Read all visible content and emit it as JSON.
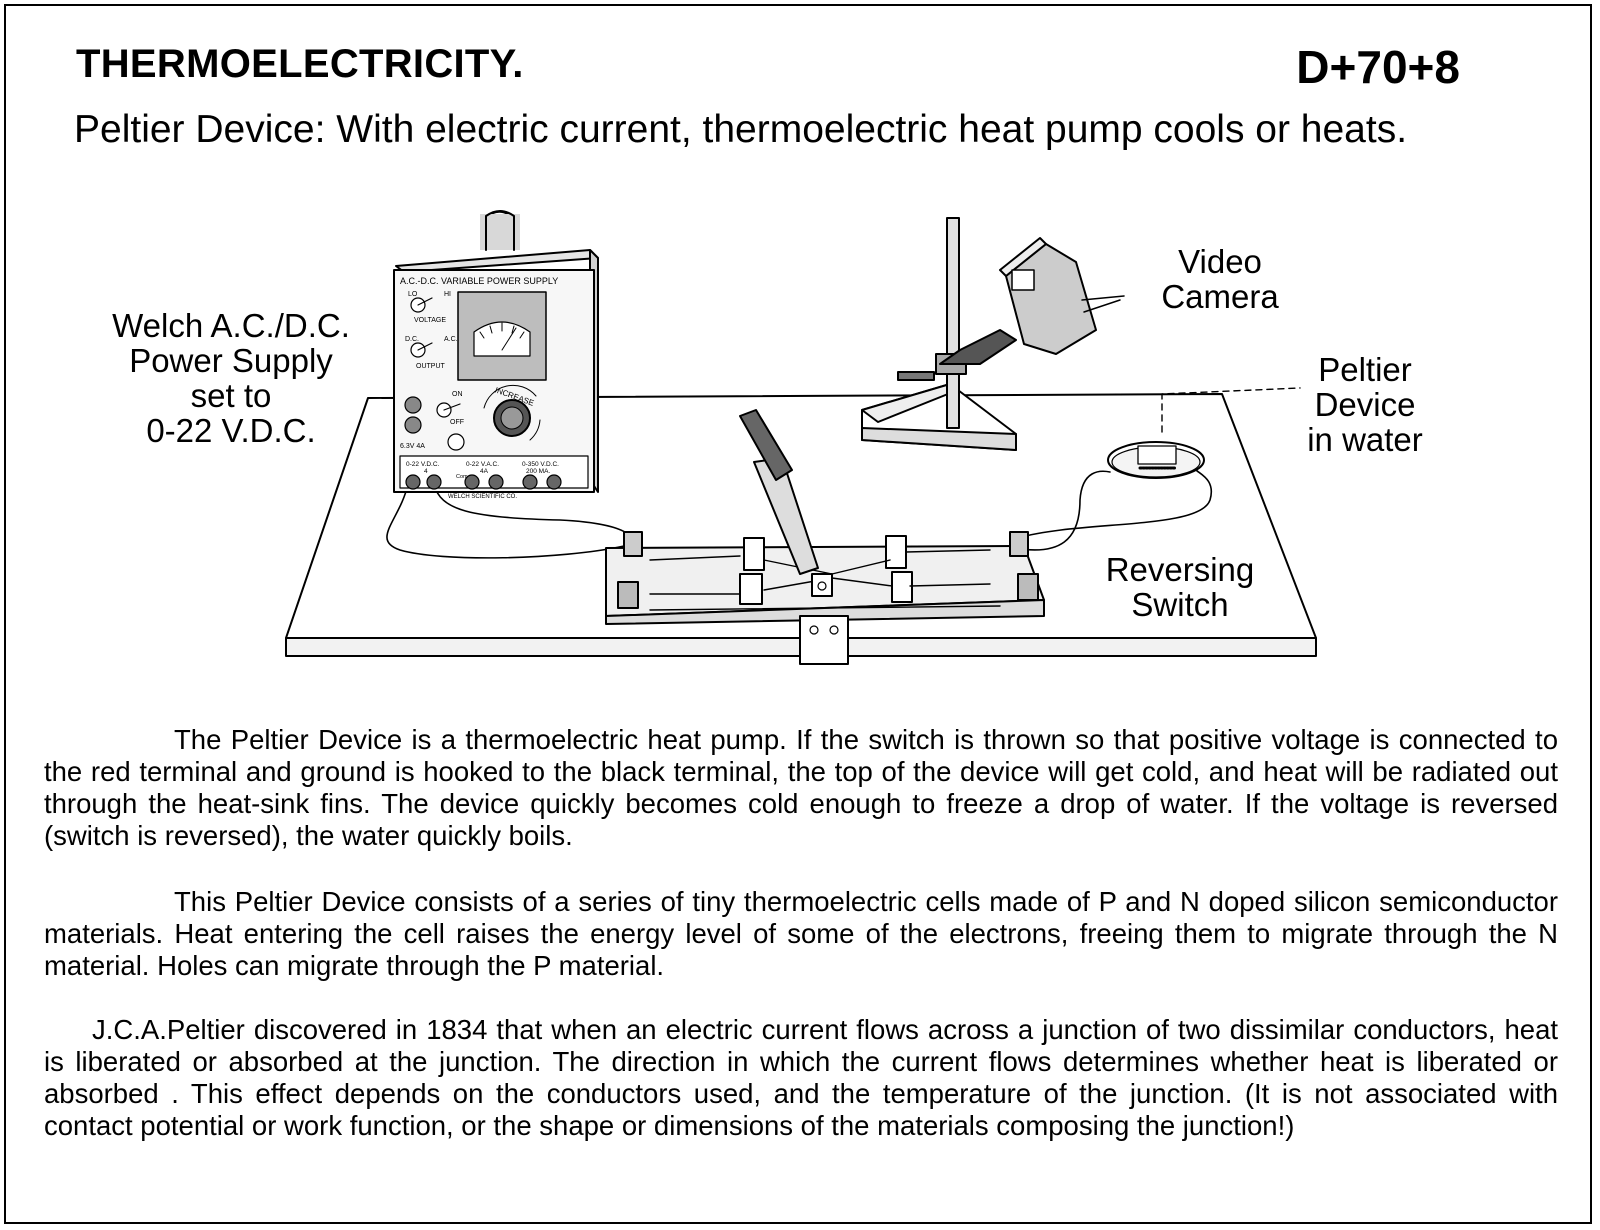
{
  "header": {
    "title": "THERMOELECTRICITY.",
    "code": "D+70+8",
    "subtitle": "Peltier Device: With electric current, thermoelectric heat pump cools or heats."
  },
  "labels": {
    "power_supply": [
      "Welch A.C./D.C.",
      "Power Supply",
      "set to",
      "0-22 V.D.C."
    ],
    "video_camera": [
      "Video",
      "Camera"
    ],
    "peltier_device": [
      "Peltier",
      "Device",
      "in water"
    ],
    "reversing_switch": [
      "Reversing",
      "Switch"
    ]
  },
  "power_supply_panel": {
    "name": "A.C.-D.C. VARIABLE POWER SUPPLY",
    "lo": "LO",
    "hi": "HI",
    "voltage": "VOLTAGE",
    "dc": "D.C.",
    "ac": "A.C.",
    "output": "OUTPUT",
    "on": "ON",
    "off": "OFF",
    "increase": "INCREASE",
    "low_voltage": "6.3V  4A",
    "out1": "0-22 V.D.C.",
    "out1b": "4",
    "out2": "0-22 V.A.C.",
    "out2b": "4A",
    "out3": "0-350 V.D.C.",
    "out3b": "200 MA.",
    "com": "Com",
    "maker": "WELCH SCIENTIFIC CO."
  },
  "paragraphs": [
    "The Peltier Device is a thermoelectric heat pump. If the switch is thrown so that positive voltage is connected to the red terminal and ground is hooked to the black terminal, the top of the device will get cold, and heat will be radiated out through the heat-sink fins.  The device quickly becomes cold enough to freeze a drop of water.  If the voltage is reversed (switch is reversed), the water quickly boils.",
    "This Peltier Device consists of a series of tiny thermoelectric cells made of P and N doped silicon semiconductor materials.  Heat entering the cell raises the energy level of some of the electrons, freeing them to migrate through the N material.  Holes can migrate through the P material.",
    "J.C.A.Peltier discovered in 1834 that when an electric current flows across a junction of two dissimilar conductors, heat is liberated or absorbed at the junction.  The direction in which the current flows determines whether heat is liberated or absorbed .  This effect  depends on the conductors used, and the temperature of the junction. (It is not associated with contact potential or work function, or the shape or dimensions of the materials composing the junction!)"
  ]
}
